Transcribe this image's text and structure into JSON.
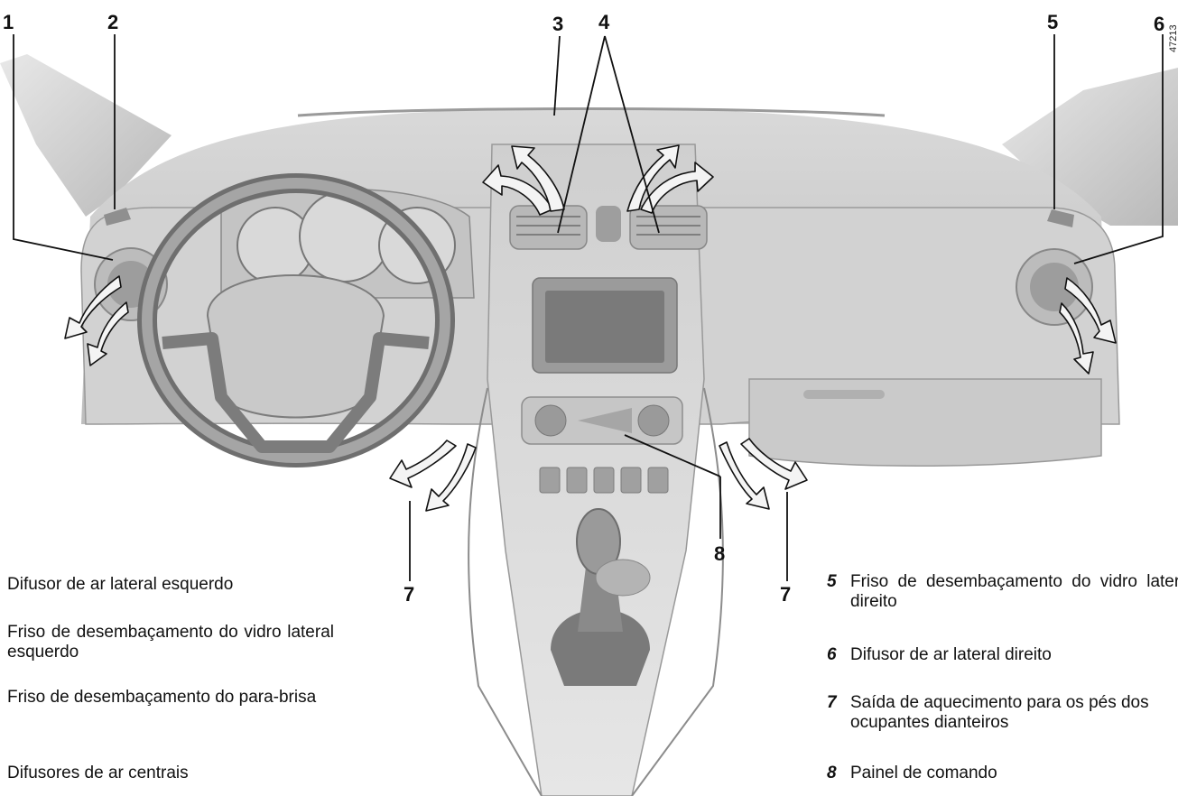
{
  "figure": {
    "ref_code": "47213",
    "callouts": [
      "1",
      "2",
      "3",
      "4",
      "5",
      "6",
      "7",
      "7",
      "8"
    ]
  },
  "legend_left": [
    {
      "num": "",
      "text": "Difusor de ar lateral esquerdo"
    },
    {
      "num": "",
      "text": "Friso de desembaçamento do vidro lateral esquerdo"
    },
    {
      "num": "",
      "text": "Friso de desembaçamento do para-brisa"
    },
    {
      "num": "",
      "text": "Difusores de ar centrais"
    }
  ],
  "legend_right": [
    {
      "num": "5",
      "text": "Friso de desembaçamento do vidro lateral direito"
    },
    {
      "num": "6",
      "text": "Difusor de ar lateral direito"
    },
    {
      "num": "7",
      "text": "Saída de aquecimento para os pés dos ocupantes dianteiros"
    },
    {
      "num": "8",
      "text": "Painel de comando"
    }
  ],
  "colors": {
    "line": "#111111",
    "panel": "#d6d6d6",
    "panel_dark": "#a9a9a9",
    "arrow_fill": "#f4f4f4"
  }
}
